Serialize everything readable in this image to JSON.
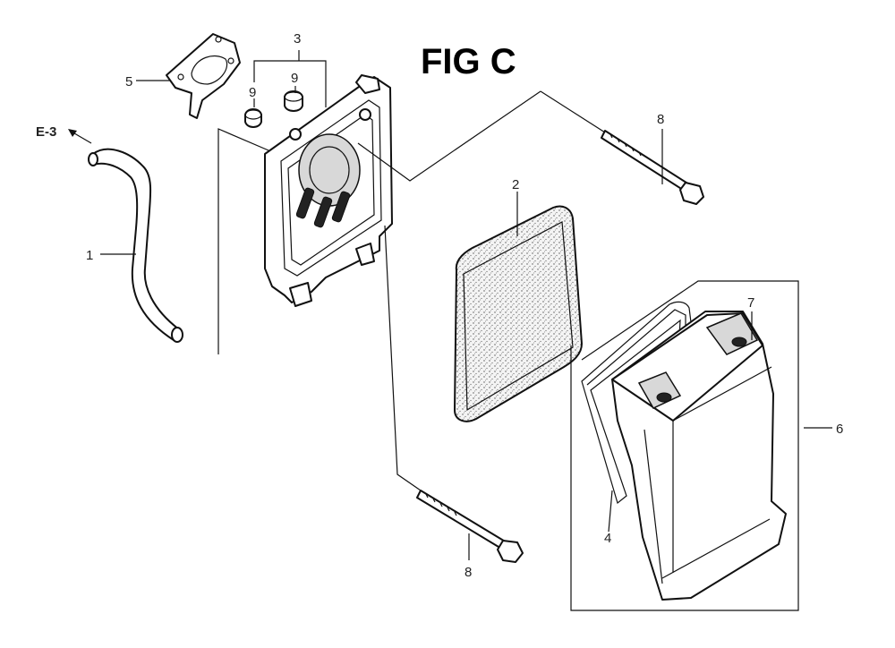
{
  "figure": {
    "title": "FIG C"
  },
  "reference": {
    "label": "E-3"
  },
  "callouts": [
    {
      "id": "breather-tube",
      "number": "1"
    },
    {
      "id": "air-filter-element",
      "number": "2"
    },
    {
      "id": "air-cleaner-case",
      "number": "3"
    },
    {
      "id": "gasket",
      "number": "4"
    },
    {
      "id": "insulator",
      "number": "5"
    },
    {
      "id": "cover-assembly",
      "number": "6"
    },
    {
      "id": "cover-knob",
      "number": "7"
    },
    {
      "id": "bolt-upper",
      "number": "8"
    },
    {
      "id": "bolt-lower",
      "number": "8"
    },
    {
      "id": "grommet-right",
      "number": "9"
    },
    {
      "id": "grommet-left",
      "number": "9"
    }
  ]
}
